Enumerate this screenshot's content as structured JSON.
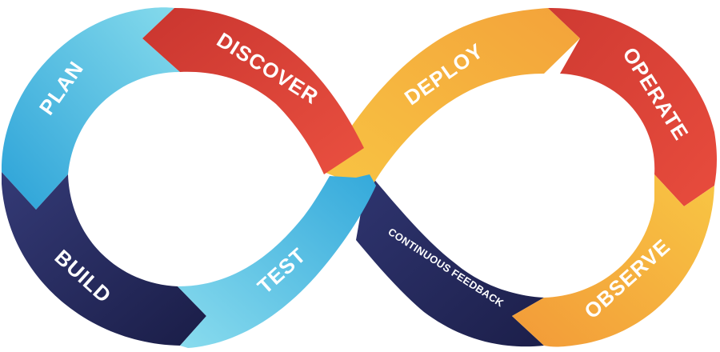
{
  "diagram": {
    "segments": [
      {
        "id": "plan",
        "label": "PLAN"
      },
      {
        "id": "discover",
        "label": "DISCOVER"
      },
      {
        "id": "build",
        "label": "BUILD"
      },
      {
        "id": "test",
        "label": "TEST"
      },
      {
        "id": "deploy",
        "label": "DEPLOY"
      },
      {
        "id": "operate",
        "label": "OPERATE"
      },
      {
        "id": "observe",
        "label": "OBSERVE"
      },
      {
        "id": "feedback",
        "label": "CONTINUOUS FEEDBACK"
      }
    ],
    "colors": {
      "blue_light": "#7fd6ea",
      "blue": "#2fa6d9",
      "navy": "#2b2f63",
      "navy_dark": "#1c1f4a",
      "red": "#e04a3c",
      "red_dark": "#c9352f",
      "orange": "#f29a38",
      "yellow": "#f7c744"
    }
  }
}
